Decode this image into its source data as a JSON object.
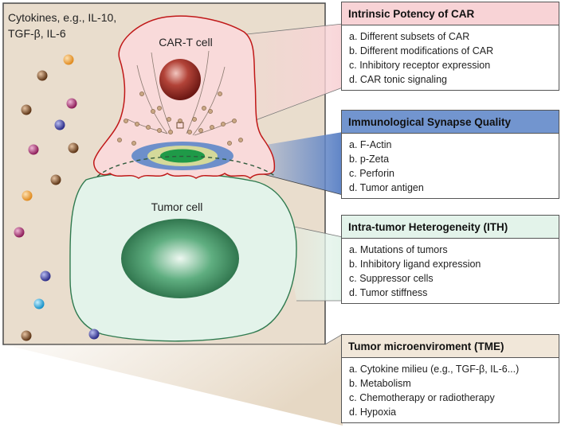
{
  "cytokines_label": [
    "Cytokines, e.g., IL-10,",
    "TGF-β, IL-6"
  ],
  "cells": {
    "car_t": "CAR-T cell",
    "tumor": "Tumor cell"
  },
  "colors": {
    "background_box": "#e9ddcd",
    "car_t_fill": "#f9dada",
    "car_t_outline": "#c01818",
    "tumor_fill": "#e3f3ea",
    "tumor_outline": "#2f7a4f",
    "header_car": "#f8d3d6",
    "header_synapse": "#7295cf",
    "header_ith": "#e3f3ea",
    "header_tme": "#f1e7d9"
  },
  "panels": [
    {
      "title": "Intrinsic Potency of CAR",
      "items": [
        "a. Different subsets of CAR",
        "b. Different modifications of CAR",
        "c. Inhibitory receptor expression",
        "d. CAR tonic signaling"
      ]
    },
    {
      "title": "Immunological Synapse Quality",
      "items": [
        "a. F-Actin",
        "b. p-Zeta",
        "c. Perforin",
        "d. Tumor antigen"
      ]
    },
    {
      "title": "Intra-tumor Heterogeneity (ITH)",
      "items": [
        "a. Mutations of tumors",
        "b. Inhibitory ligand expression",
        "c. Suppressor cells",
        "d. Tumor stiffness"
      ]
    },
    {
      "title": "Tumor microenviroment (TME)",
      "items": [
        "a. Cytokine milieu (e.g., TGF-β, IL-6...)",
        "b. Metabolism",
        "c. Chemotherapy or radiotherapy",
        "d. Hypoxia"
      ]
    }
  ]
}
